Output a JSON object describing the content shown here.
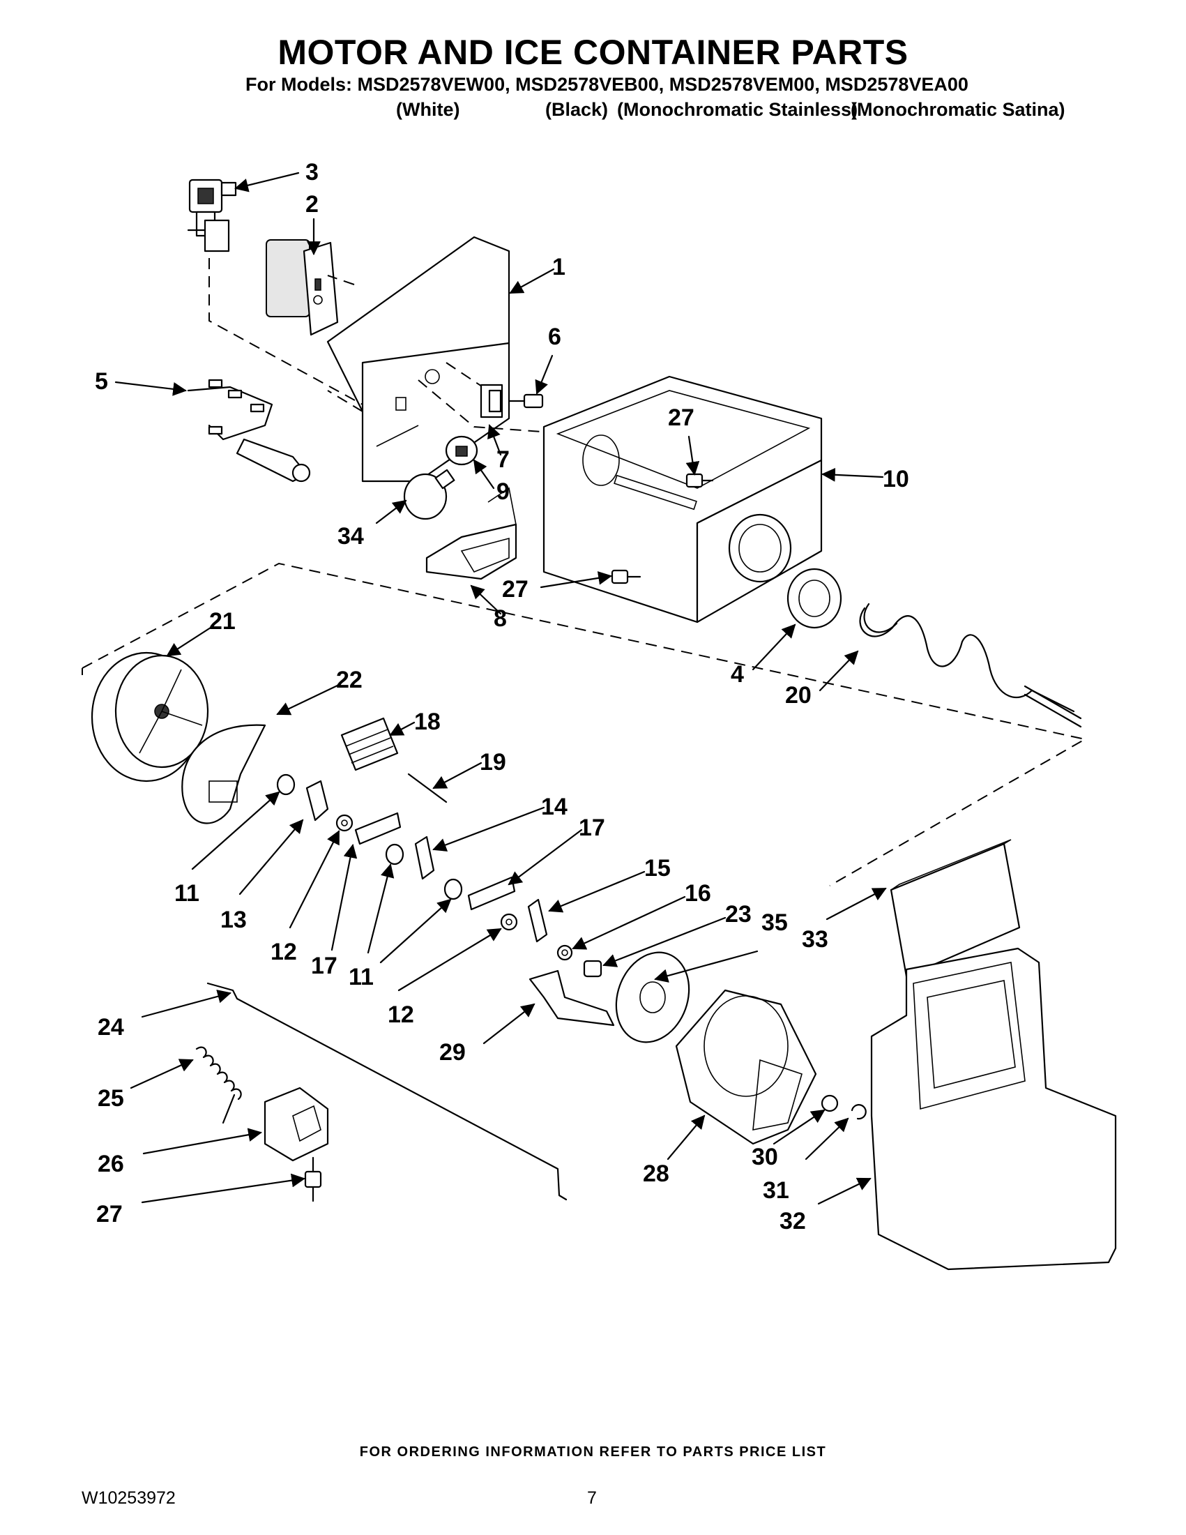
{
  "header": {
    "title": "MOTOR AND ICE CONTAINER PARTS",
    "models": "For Models: MSD2578VEW00, MSD2578VEB00, MSD2578VEM00, MSD2578VEA00",
    "colors": [
      "(White)",
      "(Black)",
      "(Monochromatic Stainless)",
      "(Monochromatic Satina)"
    ]
  },
  "callouts": [
    "1",
    "2",
    "3",
    "4",
    "5",
    "6",
    "7",
    "8",
    "9",
    "10",
    "11",
    "11",
    "11",
    "12",
    "12",
    "13",
    "14",
    "15",
    "16",
    "17",
    "17",
    "18",
    "19",
    "20",
    "21",
    "22",
    "23",
    "24",
    "25",
    "26",
    "27",
    "27",
    "27",
    "27",
    "28",
    "29",
    "30",
    "31",
    "32",
    "33",
    "34",
    "35"
  ],
  "footer": {
    "ordering_note": "FOR ORDERING INFORMATION REFER TO PARTS PRICE LIST",
    "doc_number": "W10253972",
    "page_number": "7"
  }
}
